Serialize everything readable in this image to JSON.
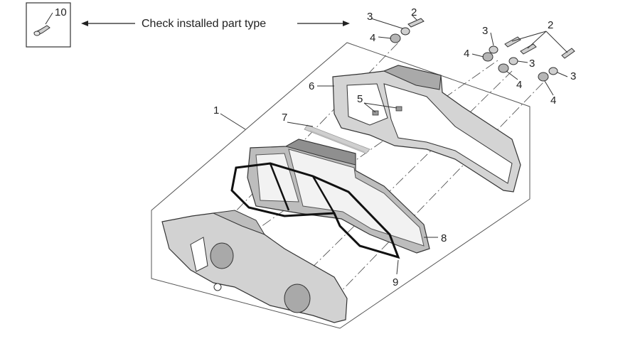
{
  "note": {
    "text": "Check installed part type"
  },
  "callouts": {
    "c1": "1",
    "c2a": "2",
    "c2b": "2",
    "c3a": "3",
    "c3b": "3",
    "c3c": "3",
    "c3d": "3",
    "c4a": "4",
    "c4b": "4",
    "c4c": "4",
    "c4d": "4",
    "c5": "5",
    "c6": "6",
    "c7": "7",
    "c8": "8",
    "c9": "9",
    "c10": "10"
  },
  "colors": {
    "part_fill": "#d6d6d6",
    "part_fill_dark": "#a9a9a9",
    "line": "#333333"
  }
}
